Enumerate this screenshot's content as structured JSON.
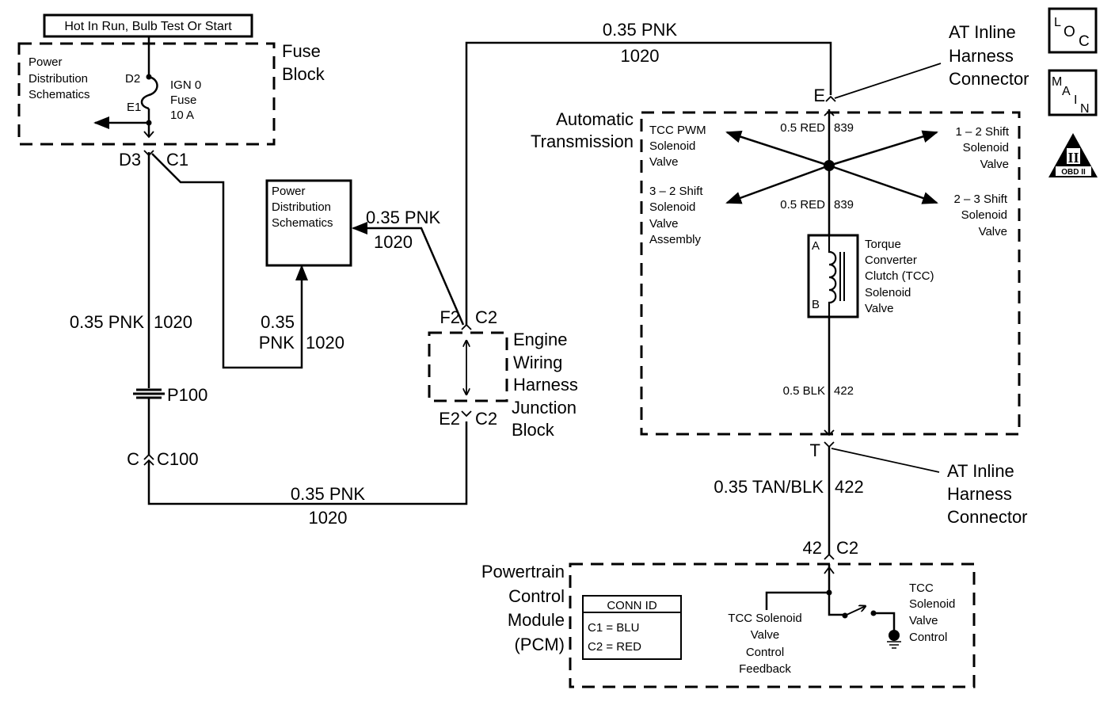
{
  "diagram": {
    "type": "wiring-schematic",
    "power_source_label": "Hot In Run, Bulb Test Or Start",
    "fuse_block": {
      "label": [
        "Fuse",
        "Block"
      ],
      "inner_label": [
        "Power",
        "Distribution",
        "Schematics"
      ],
      "fuse_name": [
        "IGN 0",
        "Fuse",
        "10 A"
      ],
      "pin_in": "D2",
      "pin_out": "E1",
      "connector_pin": "D3",
      "connector_id": "C1"
    },
    "pds_box": {
      "label": [
        "Power",
        "Distribution",
        "Schematics"
      ]
    },
    "wires": {
      "fuse_to_splice": {
        "gauge_color": "0.35 PNK",
        "circuit": "1020"
      },
      "to_pds_box_bottom": {
        "gauge_color": [
          "0.35",
          "PNK"
        ],
        "circuit": "1020"
      },
      "to_pds_box_side": {
        "gauge_color": "0.35 PNK",
        "circuit": "1020"
      },
      "top_run": {
        "gauge_color": "0.35 PNK",
        "circuit": "1020"
      },
      "bottom_run": {
        "gauge_color": "0.35 PNK",
        "circuit": "1020"
      },
      "trans_feed_upper": {
        "gauge_color": "0.5 RED",
        "circuit": "839"
      },
      "trans_feed_lower": {
        "gauge_color": "0.5 RED",
        "circuit": "839"
      },
      "trans_ground": {
        "gauge_color": "0.5 BLK",
        "circuit": "422"
      },
      "pcm_feed": {
        "gauge_color": "0.35 TAN/BLK",
        "circuit": "422"
      }
    },
    "splice": {
      "label": "P100"
    },
    "connector_c100": {
      "pin": "C",
      "id": "C100"
    },
    "junction_block": {
      "label": [
        "Engine",
        "Wiring",
        "Harness",
        "Junction",
        "Block"
      ],
      "top_pin": "F2",
      "top_conn": "C2",
      "bottom_pin": "E2",
      "bottom_conn": "C2"
    },
    "transmission": {
      "label": [
        "Automatic",
        "Transmission"
      ],
      "inline_top_pin": "E",
      "inline_bottom_pin": "T",
      "inline_label_top": [
        "AT Inline",
        "Harness",
        "Connector"
      ],
      "inline_label_bottom": [
        "AT Inline",
        "Harness",
        "Connector"
      ],
      "solenoids": {
        "tcc_pwm": [
          "TCC PWM",
          "Solenoid",
          "Valve"
        ],
        "shift_12": [
          "1 – 2 Shift",
          "Solenoid",
          "Valve"
        ],
        "shift_32": [
          "3 – 2 Shift",
          "Solenoid",
          "Valve",
          "Assembly"
        ],
        "shift_23": [
          "2 – 3 Shift",
          "Solenoid",
          "Valve"
        ],
        "tcc": [
          "Torque",
          "Converter",
          "Clutch (TCC)",
          "Solenoid",
          "Valve"
        ],
        "tcc_pin_a": "A",
        "tcc_pin_b": "B"
      }
    },
    "pcm": {
      "label": [
        "Powertrain",
        "Control",
        "Module",
        "(PCM)"
      ],
      "pin": "42",
      "conn": "C2",
      "conn_id_title": "CONN ID",
      "conn_id_rows": [
        "C1 = BLU",
        "C2 = RED"
      ],
      "feedback_label": [
        "TCC Solenoid",
        "Valve",
        "Control",
        "Feedback"
      ],
      "control_label": [
        "TCC",
        "Solenoid",
        "Valve",
        "Control"
      ]
    },
    "legend_icons": {
      "loc": [
        "L",
        "O",
        "C"
      ],
      "main": [
        "M",
        "A",
        "I",
        "N"
      ],
      "obd": [
        "II",
        "OBD II"
      ]
    }
  }
}
